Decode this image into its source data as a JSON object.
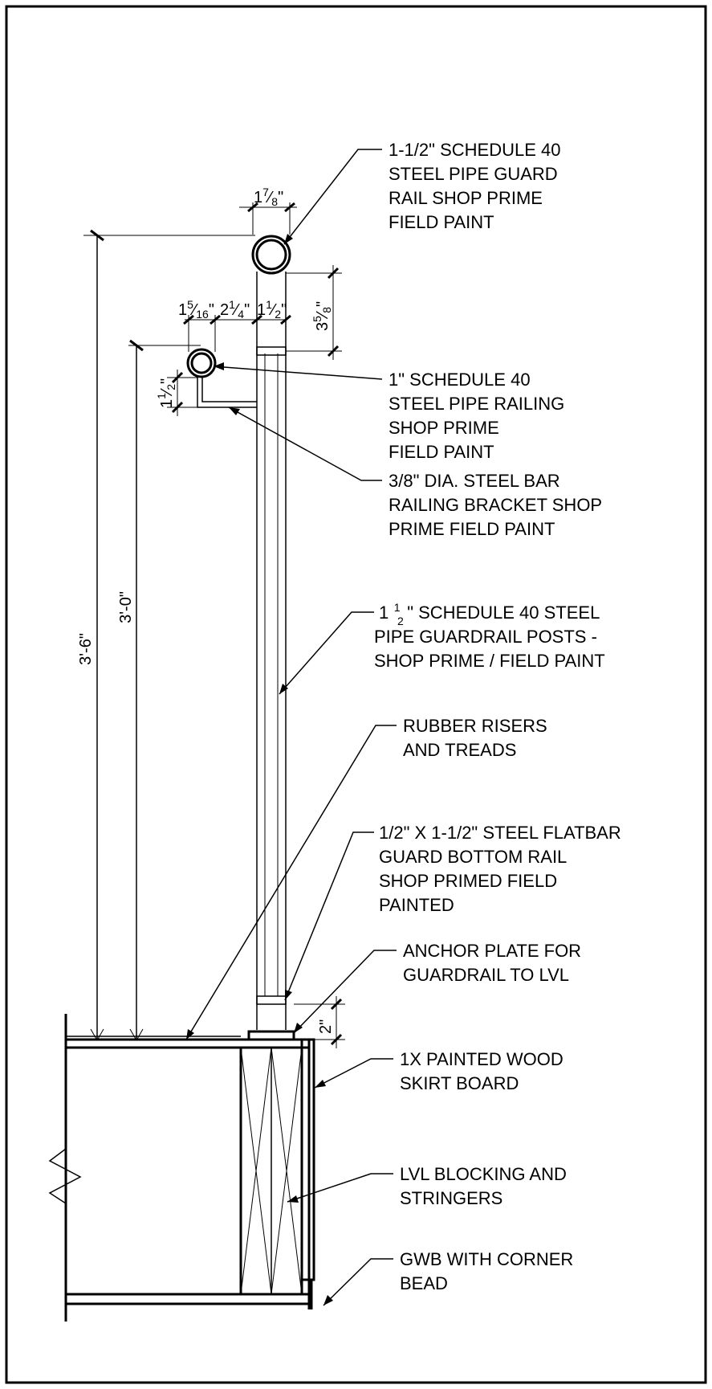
{
  "notes": {
    "top_rail": [
      "1-1/2\" SCHEDULE 40",
      "STEEL PIPE GUARD",
      "RAIL SHOP PRIME",
      "FIELD PAINT"
    ],
    "handrail": [
      "1\" SCHEDULE 40",
      "STEEL PIPE RAILING",
      "SHOP PRIME",
      "FIELD PAINT"
    ],
    "bracket": [
      "3/8\" DIA. STEEL BAR",
      "RAILING BRACKET SHOP",
      "PRIME FIELD PAINT"
    ],
    "posts": {
      "line1_a": "1",
      "line1_num": "1",
      "line1_den": "2",
      "line1_b": "\" SCHEDULE 40 STEEL",
      "line2": "PIPE GUARDRAIL POSTS -",
      "line3": "SHOP PRIME / FIELD PAINT"
    },
    "risers": [
      "RUBBER RISERS",
      "AND TREADS"
    ],
    "flatbar": [
      "1/2\" X 1-1/2\" STEEL FLATBAR",
      "GUARD BOTTOM RAIL",
      "SHOP PRIMED FIELD",
      "PAINTED"
    ],
    "anchor": [
      "ANCHOR PLATE FOR",
      "GUARDRAIL TO LVL"
    ],
    "skirt": [
      "1X PAINTED WOOD",
      "SKIRT BOARD"
    ],
    "lvl": [
      "LVL BLOCKING AND",
      "STRINGERS"
    ],
    "gwb": [
      "GWB WITH CORNER",
      "BEAD"
    ]
  },
  "dims": {
    "overall_height": "3'-6\"",
    "handrail_height": "3'-0\"",
    "top_rail_dia": {
      "whole": "1",
      "num": "7",
      "den": "8",
      "mark": "\""
    },
    "rail_to_post": {
      "whole": "3",
      "num": "5",
      "den": "8",
      "mark": "\""
    },
    "handrail_dia": {
      "whole": "1",
      "num": "5",
      "den": "16",
      "mark": "\""
    },
    "clearance": {
      "whole": "2",
      "num": "1",
      "den": "4",
      "mark": "\""
    },
    "post_width": {
      "whole": "1",
      "num": "1",
      "den": "2",
      "mark": "\""
    },
    "bracket_drop": {
      "whole": "1",
      "num": "1",
      "den": "2",
      "mark": "\""
    },
    "plate_height": "2\""
  }
}
